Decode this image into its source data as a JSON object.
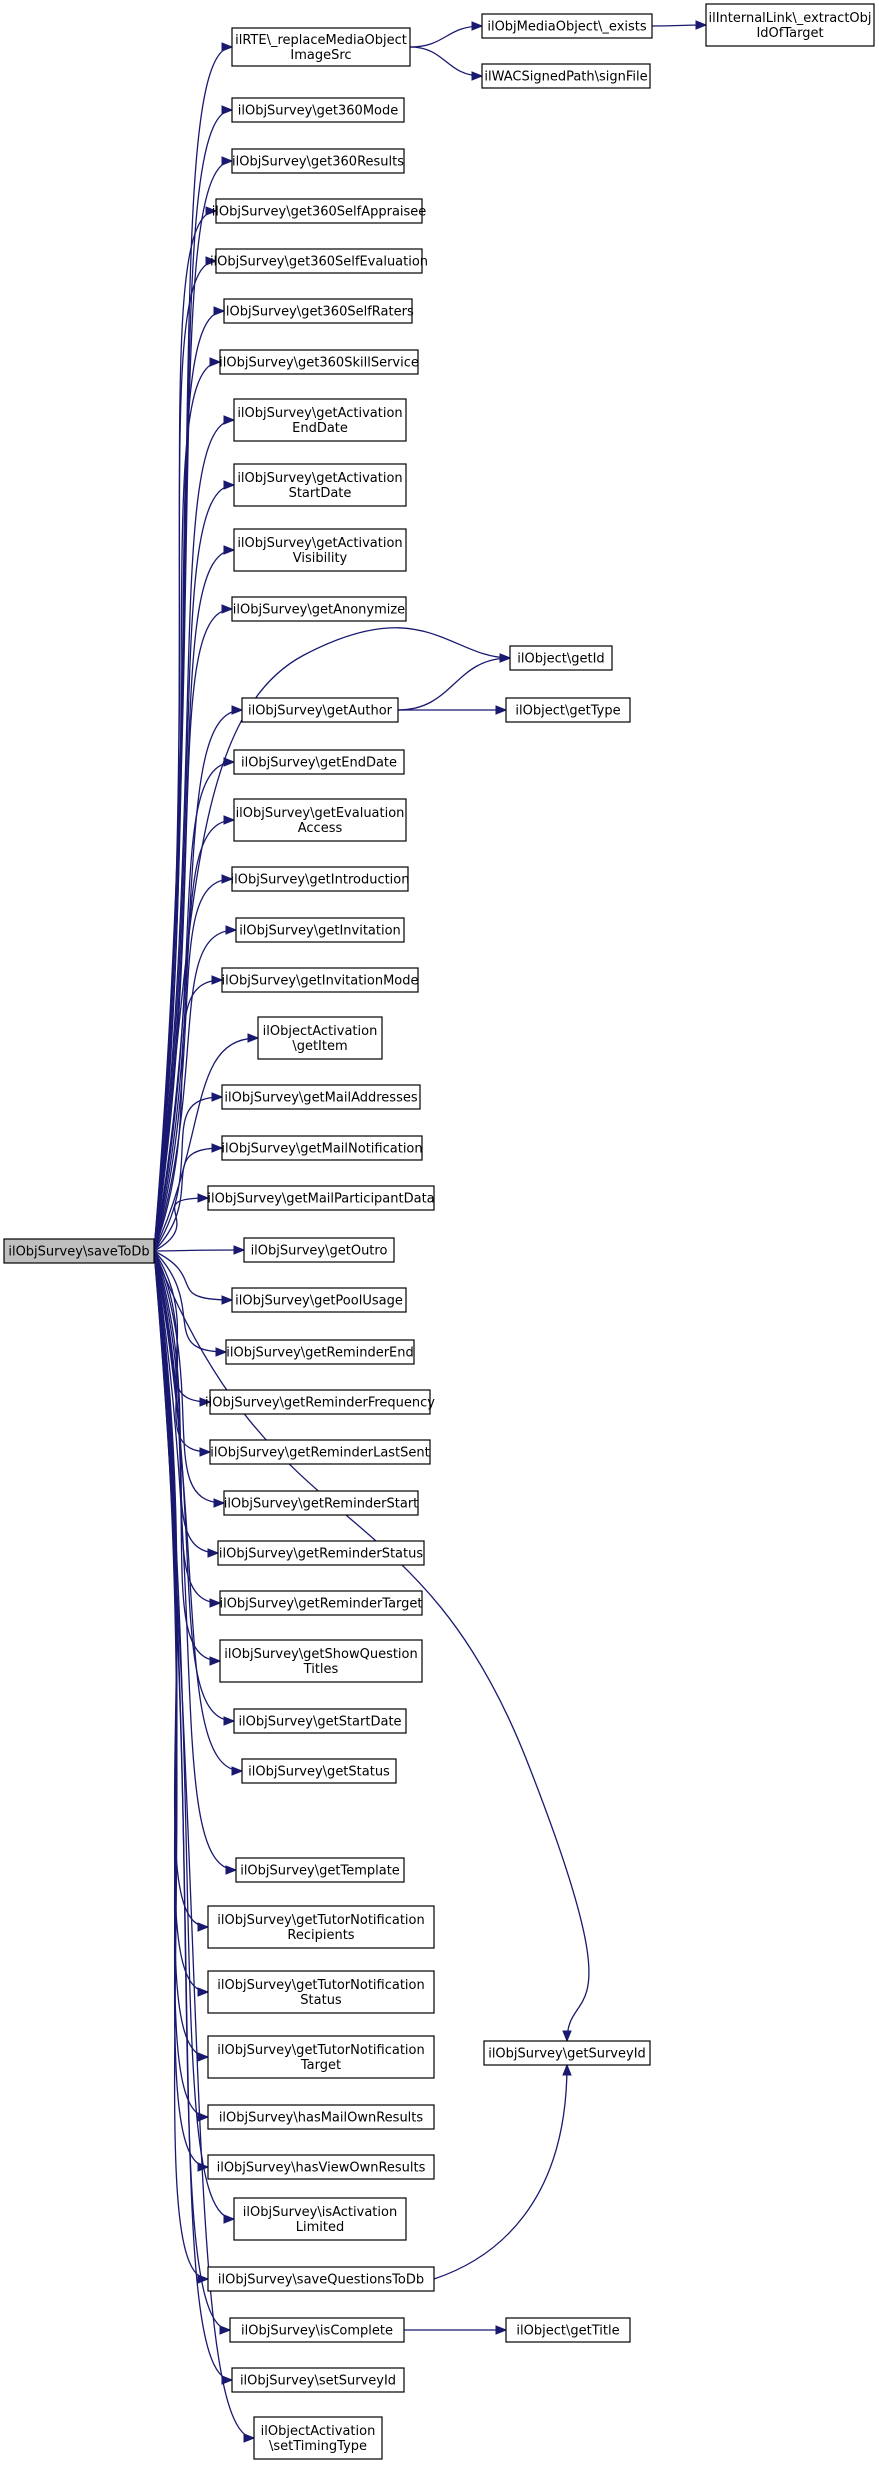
{
  "colors": {
    "edge": "#191970",
    "root_fill": "#bfbfbf",
    "node_fill": "#ffffff",
    "node_border": "#000000"
  },
  "nodes": [
    {
      "id": "root",
      "lines": [
        "ilObjSurvey\\saveToDb"
      ]
    },
    {
      "id": "rte",
      "lines": [
        "ilRTE\\_replaceMediaObject",
        "ImageSrc"
      ]
    },
    {
      "id": "mediaexists",
      "lines": [
        "ilObjMediaObject\\_exists"
      ]
    },
    {
      "id": "internallink",
      "lines": [
        "ilInternalLink\\_extractObj",
        "IdOfTarget"
      ]
    },
    {
      "id": "wac",
      "lines": [
        "ilWACSignedPath\\signFile"
      ]
    },
    {
      "id": "get360mode",
      "lines": [
        "ilObjSurvey\\get360Mode"
      ]
    },
    {
      "id": "get360results",
      "lines": [
        "ilObjSurvey\\get360Results"
      ]
    },
    {
      "id": "get360selfappraisee",
      "lines": [
        "ilObjSurvey\\get360SelfAppraisee"
      ]
    },
    {
      "id": "get360selfevaluation",
      "lines": [
        "ilObjSurvey\\get360SelfEvaluation"
      ]
    },
    {
      "id": "get360selfraters",
      "lines": [
        "ilObjSurvey\\get360SelfRaters"
      ]
    },
    {
      "id": "get360skillservice",
      "lines": [
        "ilObjSurvey\\get360SkillService"
      ]
    },
    {
      "id": "getactivationenddate",
      "lines": [
        "ilObjSurvey\\getActivation",
        "EndDate"
      ]
    },
    {
      "id": "getactivationstartdate",
      "lines": [
        "ilObjSurvey\\getActivation",
        "StartDate"
      ]
    },
    {
      "id": "getactivationvisibility",
      "lines": [
        "ilObjSurvey\\getActivation",
        "Visibility"
      ]
    },
    {
      "id": "getanonymize",
      "lines": [
        "ilObjSurvey\\getAnonymize"
      ]
    },
    {
      "id": "getid",
      "lines": [
        "ilObject\\getId"
      ]
    },
    {
      "id": "getauthor",
      "lines": [
        "ilObjSurvey\\getAuthor"
      ]
    },
    {
      "id": "gettype",
      "lines": [
        "ilObject\\getType"
      ]
    },
    {
      "id": "getenddate",
      "lines": [
        "ilObjSurvey\\getEndDate"
      ]
    },
    {
      "id": "getevaluationaccess",
      "lines": [
        "ilObjSurvey\\getEvaluation",
        "Access"
      ]
    },
    {
      "id": "getintroduction",
      "lines": [
        "ilObjSurvey\\getIntroduction"
      ]
    },
    {
      "id": "getinvitation",
      "lines": [
        "ilObjSurvey\\getInvitation"
      ]
    },
    {
      "id": "getinvitationmode",
      "lines": [
        "ilObjSurvey\\getInvitationMode"
      ]
    },
    {
      "id": "getitem",
      "lines": [
        "ilObjectActivation",
        "\\getItem"
      ]
    },
    {
      "id": "getmailaddresses",
      "lines": [
        "ilObjSurvey\\getMailAddresses"
      ]
    },
    {
      "id": "getmailnotification",
      "lines": [
        "ilObjSurvey\\getMailNotification"
      ]
    },
    {
      "id": "getmailparticipantdata",
      "lines": [
        "ilObjSurvey\\getMailParticipantData"
      ]
    },
    {
      "id": "getoutro",
      "lines": [
        "ilObjSurvey\\getOutro"
      ]
    },
    {
      "id": "getpoolusage",
      "lines": [
        "ilObjSurvey\\getPoolUsage"
      ]
    },
    {
      "id": "getreminderend",
      "lines": [
        "ilObjSurvey\\getReminderEnd"
      ]
    },
    {
      "id": "getreminderfrequency",
      "lines": [
        "ilObjSurvey\\getReminderFrequency"
      ]
    },
    {
      "id": "getreminderlastsent",
      "lines": [
        "ilObjSurvey\\getReminderLastSent"
      ]
    },
    {
      "id": "getreminderstart",
      "lines": [
        "ilObjSurvey\\getReminderStart"
      ]
    },
    {
      "id": "getreminderstatus",
      "lines": [
        "ilObjSurvey\\getReminderStatus"
      ]
    },
    {
      "id": "getremindertarget",
      "lines": [
        "ilObjSurvey\\getReminderTarget"
      ]
    },
    {
      "id": "getshowquestiontitles",
      "lines": [
        "ilObjSurvey\\getShowQuestion",
        "Titles"
      ]
    },
    {
      "id": "getstartdate",
      "lines": [
        "ilObjSurvey\\getStartDate"
      ]
    },
    {
      "id": "getstatus",
      "lines": [
        "ilObjSurvey\\getStatus"
      ]
    },
    {
      "id": "getsurveyid",
      "lines": [
        "ilObjSurvey\\getSurveyId"
      ]
    },
    {
      "id": "gettemplate",
      "lines": [
        "ilObjSurvey\\getTemplate"
      ]
    },
    {
      "id": "gettutornotificationrecipients",
      "lines": [
        "ilObjSurvey\\getTutorNotification",
        "Recipients"
      ]
    },
    {
      "id": "gettutornotificationstatus",
      "lines": [
        "ilObjSurvey\\getTutorNotification",
        "Status"
      ]
    },
    {
      "id": "gettutornotificationtarget",
      "lines": [
        "ilObjSurvey\\getTutorNotification",
        "Target"
      ]
    },
    {
      "id": "hasmailownresults",
      "lines": [
        "ilObjSurvey\\hasMailOwnResults"
      ]
    },
    {
      "id": "hasviewownresults",
      "lines": [
        "ilObjSurvey\\hasViewOwnResults"
      ]
    },
    {
      "id": "isactivationlimited",
      "lines": [
        "ilObjSurvey\\isActivation",
        "Limited"
      ]
    },
    {
      "id": "savequestionstodb",
      "lines": [
        "ilObjSurvey\\saveQuestionsToDb"
      ]
    },
    {
      "id": "iscomplete",
      "lines": [
        "ilObjSurvey\\isComplete"
      ]
    },
    {
      "id": "gettitle",
      "lines": [
        "ilObject\\getTitle"
      ]
    },
    {
      "id": "setsurveyid",
      "lines": [
        "ilObjSurvey\\setSurveyId"
      ]
    },
    {
      "id": "settimingtype",
      "lines": [
        "ilObjectActivation",
        "\\setTimingType"
      ]
    }
  ],
  "edges": [
    [
      "root",
      "rte"
    ],
    [
      "rte",
      "mediaexists"
    ],
    [
      "mediaexists",
      "internallink"
    ],
    [
      "rte",
      "wac"
    ],
    [
      "root",
      "get360mode"
    ],
    [
      "root",
      "get360results"
    ],
    [
      "root",
      "get360selfappraisee"
    ],
    [
      "root",
      "get360selfevaluation"
    ],
    [
      "root",
      "get360selfraters"
    ],
    [
      "root",
      "get360skillservice"
    ],
    [
      "root",
      "getactivationenddate"
    ],
    [
      "root",
      "getactivationstartdate"
    ],
    [
      "root",
      "getactivationvisibility"
    ],
    [
      "root",
      "getanonymize"
    ],
    [
      "root",
      "getid"
    ],
    [
      "root",
      "getauthor"
    ],
    [
      "getauthor",
      "getid"
    ],
    [
      "getauthor",
      "gettype"
    ],
    [
      "root",
      "getenddate"
    ],
    [
      "root",
      "getevaluationaccess"
    ],
    [
      "root",
      "getintroduction"
    ],
    [
      "root",
      "getinvitation"
    ],
    [
      "root",
      "getinvitationmode"
    ],
    [
      "root",
      "getitem"
    ],
    [
      "root",
      "getmailaddresses"
    ],
    [
      "root",
      "getmailnotification"
    ],
    [
      "root",
      "getmailparticipantdata"
    ],
    [
      "root",
      "getoutro"
    ],
    [
      "root",
      "getpoolusage"
    ],
    [
      "root",
      "getreminderend"
    ],
    [
      "root",
      "getreminderfrequency"
    ],
    [
      "root",
      "getreminderlastsent"
    ],
    [
      "root",
      "getreminderstart"
    ],
    [
      "root",
      "getreminderstatus"
    ],
    [
      "root",
      "getremindertarget"
    ],
    [
      "root",
      "getshowquestiontitles"
    ],
    [
      "root",
      "getstartdate"
    ],
    [
      "root",
      "getstatus"
    ],
    [
      "root",
      "getsurveyid"
    ],
    [
      "root",
      "gettemplate"
    ],
    [
      "root",
      "gettutornotificationrecipients"
    ],
    [
      "root",
      "gettutornotificationstatus"
    ],
    [
      "root",
      "gettutornotificationtarget"
    ],
    [
      "root",
      "hasmailownresults"
    ],
    [
      "root",
      "hasviewownresults"
    ],
    [
      "root",
      "isactivationlimited"
    ],
    [
      "root",
      "savequestionstodb"
    ],
    [
      "savequestionstodb",
      "getsurveyid"
    ],
    [
      "root",
      "iscomplete"
    ],
    [
      "iscomplete",
      "gettitle"
    ],
    [
      "root",
      "setsurveyid"
    ],
    [
      "root",
      "settimingtype"
    ]
  ]
}
